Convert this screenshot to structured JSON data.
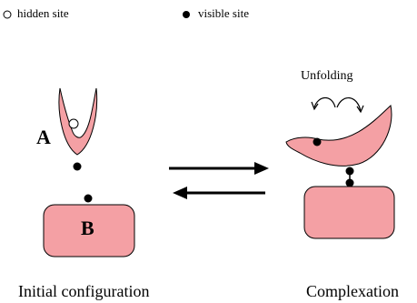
{
  "legend": {
    "hidden_label": "hidden site",
    "visible_label": "visible site"
  },
  "labels": {
    "molecule_a": "A",
    "molecule_b": "B",
    "unfolding": "Unfolding"
  },
  "captions": {
    "left": "Initial configuration",
    "right": "Complexation"
  },
  "colors": {
    "fill": "#f4a0a4",
    "stroke": "#000000",
    "arrow": "#000000"
  }
}
